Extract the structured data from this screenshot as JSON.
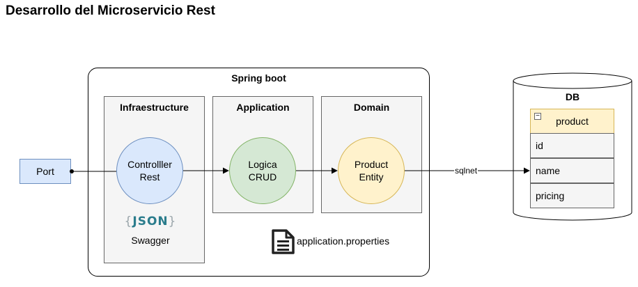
{
  "title": "Desarrollo del Microservicio Rest",
  "container": {
    "label": "Spring boot"
  },
  "layers": [
    {
      "label": "Infraestructure"
    },
    {
      "label": "Application"
    },
    {
      "label": "Domain"
    }
  ],
  "nodes": {
    "port": "Port",
    "controller": {
      "line1": "Controlller",
      "line2": "Rest"
    },
    "logica": {
      "line1": "Logica",
      "line2": "CRUD"
    },
    "product": {
      "line1": "Product",
      "line2": "Entity"
    }
  },
  "swagger": {
    "json_open": "{",
    "json_text": "JSON",
    "json_close": "}",
    "label": "Swagger"
  },
  "properties_file": "application.properties",
  "edge_label": "sqlnet",
  "db": {
    "label": "DB",
    "table": {
      "name": "product",
      "collapse_symbol": "−",
      "fields": [
        "id",
        "name",
        "pricing"
      ]
    }
  }
}
